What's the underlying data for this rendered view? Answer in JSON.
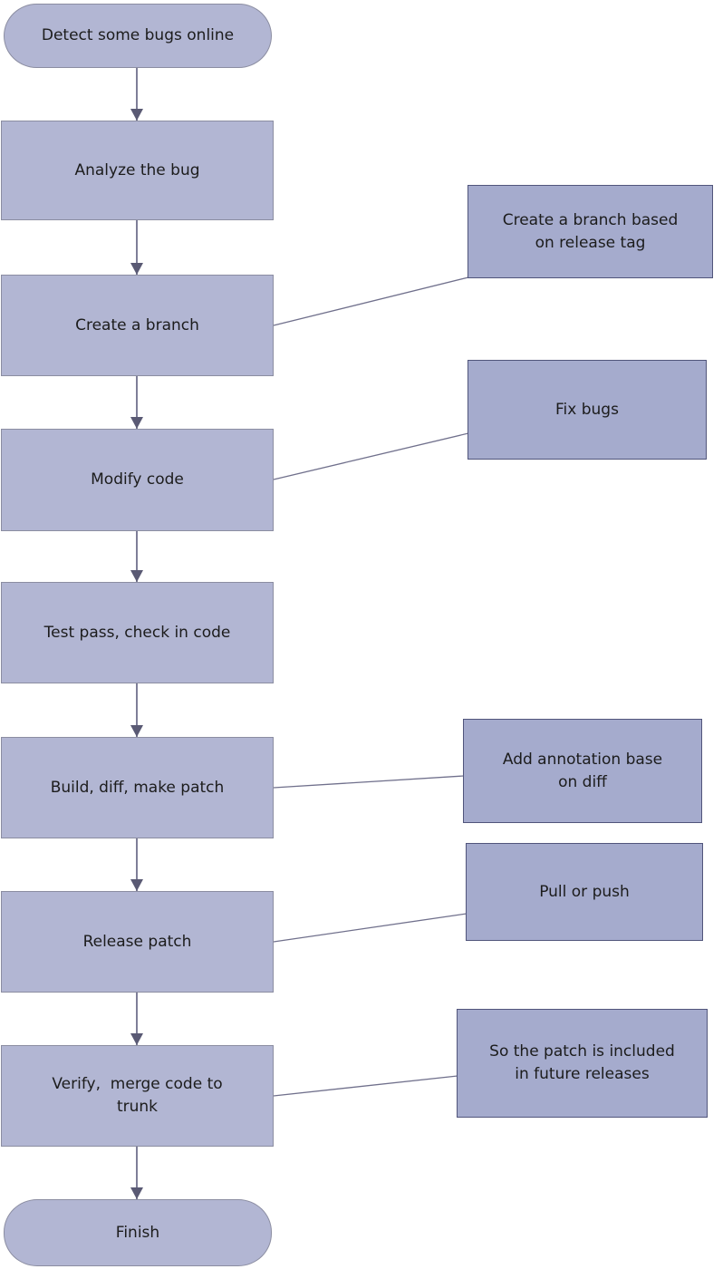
{
  "diagram": {
    "type": "flowchart",
    "nodes": [
      {
        "id": "start",
        "shape": "terminator",
        "label": "Detect some bugs online"
      },
      {
        "id": "analyze",
        "shape": "process",
        "label": "Analyze the bug"
      },
      {
        "id": "create-branch",
        "shape": "process",
        "label": "Create a branch"
      },
      {
        "id": "modify-code",
        "shape": "process",
        "label": "Modify code"
      },
      {
        "id": "test-pass",
        "shape": "process",
        "label": "Test pass, check in code"
      },
      {
        "id": "build-diff",
        "shape": "process",
        "label": "Build, diff, make patch"
      },
      {
        "id": "release-patch",
        "shape": "process",
        "label": "Release patch"
      },
      {
        "id": "verify-merge",
        "shape": "process",
        "label": "Verify,  merge code to\ntrunk"
      },
      {
        "id": "finish",
        "shape": "terminator",
        "label": "Finish"
      }
    ],
    "annotations": [
      {
        "id": "note-branch-tag",
        "attached_to": "create-branch",
        "label": "Create a branch based\non release tag"
      },
      {
        "id": "note-fix-bugs",
        "attached_to": "modify-code",
        "label": "Fix bugs"
      },
      {
        "id": "note-annotation",
        "attached_to": "build-diff",
        "label": "Add annotation base\non diff"
      },
      {
        "id": "note-pull-push",
        "attached_to": "release-patch",
        "label": "Pull or push"
      },
      {
        "id": "note-future",
        "attached_to": "verify-merge",
        "label": "So the patch is included\nin future releases"
      }
    ],
    "flow_order": [
      "start",
      "analyze",
      "create-branch",
      "modify-code",
      "test-pass",
      "build-diff",
      "release-patch",
      "verify-merge",
      "finish"
    ],
    "colors": {
      "background": "#ffffff",
      "node_fill": "#b2b6d3",
      "node_border": "#8b8da1",
      "annotation_fill": "#a5abcd",
      "annotation_border": "#51557b",
      "connector": "#70708c",
      "arrowhead": "#5a5a74",
      "text": "#1c1c1c"
    }
  }
}
